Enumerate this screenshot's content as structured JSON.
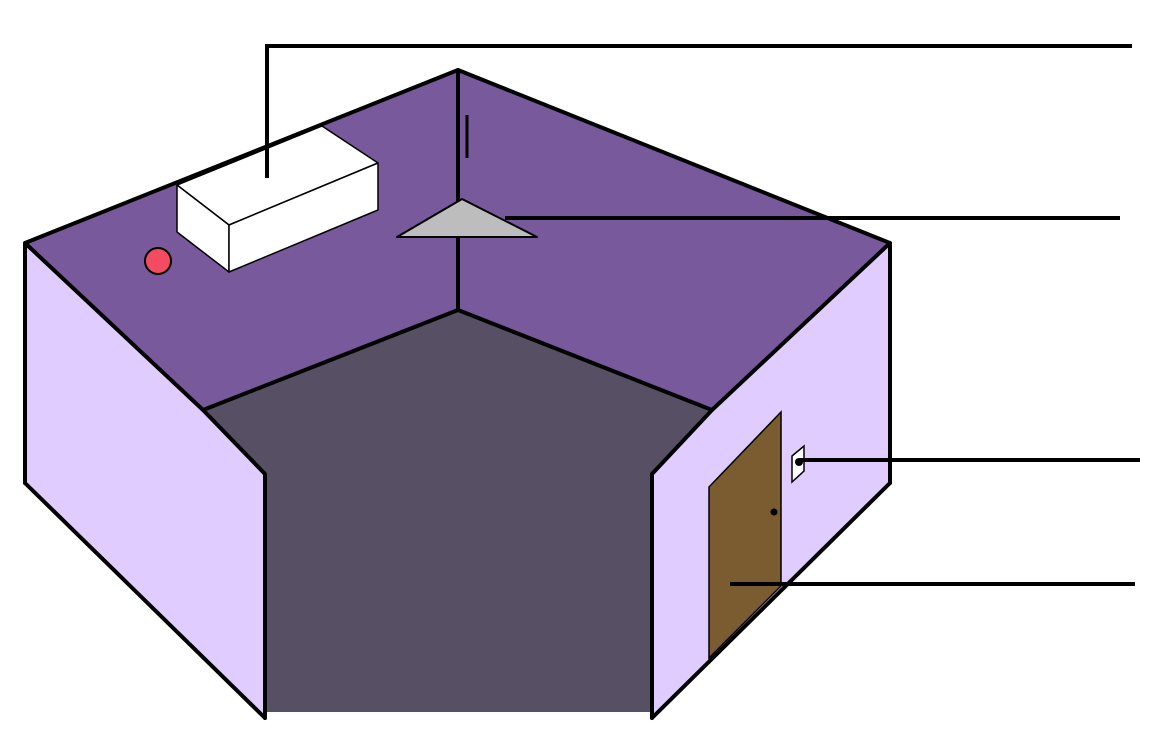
{
  "diagram": {
    "colors": {
      "background": "#ffffff",
      "back_wall": "#785a9c",
      "floor": "#574f63",
      "side_wall": "#e1ccff",
      "outline": "#000000",
      "air_conditioner": "#ffffff",
      "smoke_detector": "#f34b61",
      "ceiling_lamp": "#bdbdbd",
      "door": "#7a5c30",
      "light_switch": "#ffffff"
    },
    "components": [
      {
        "id": "air-conditioner",
        "icon": "air-conditioner-unit-icon"
      },
      {
        "id": "smoke-detector",
        "icon": "round-alarm-icon"
      },
      {
        "id": "ceiling-lamp",
        "icon": "pendant-lamp-icon"
      },
      {
        "id": "light-switch",
        "icon": "wall-switch-icon"
      },
      {
        "id": "door",
        "icon": "door-icon"
      }
    ],
    "callouts": [
      "air-conditioner",
      "ceiling-lamp",
      "light-switch",
      "door"
    ]
  }
}
